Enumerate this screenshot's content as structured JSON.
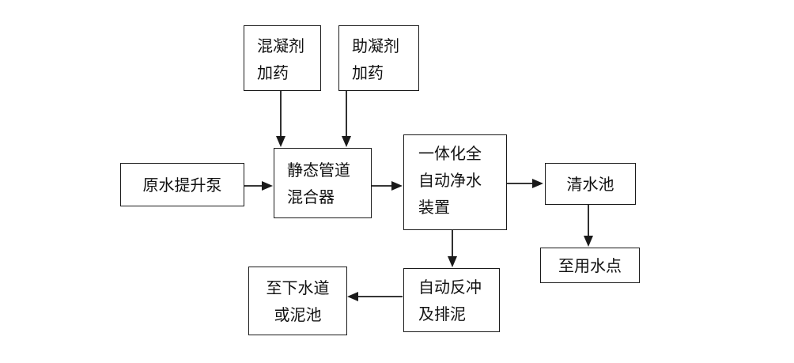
{
  "nodes": {
    "coagulant": {
      "lines": [
        "混凝剂",
        "加药"
      ]
    },
    "flocculant": {
      "lines": [
        "助凝剂",
        "加药"
      ]
    },
    "raw_pump": {
      "lines": [
        "原水提升泵"
      ]
    },
    "mixer": {
      "lines": [
        "静态管道",
        "混合器"
      ]
    },
    "purifier": {
      "lines": [
        "一体化全",
        "自动净水",
        "装置"
      ]
    },
    "clear_tank": {
      "lines": [
        "清水池"
      ]
    },
    "use_point": {
      "lines": [
        "至用水点"
      ]
    },
    "backwash": {
      "lines": [
        "自动反冲",
        "及排泥"
      ]
    },
    "sewer": {
      "lines": [
        "至下水道",
        "或泥池"
      ]
    }
  },
  "edges": [
    {
      "from": "coagulant",
      "to": "mixer"
    },
    {
      "from": "flocculant",
      "to": "mixer"
    },
    {
      "from": "raw_pump",
      "to": "mixer"
    },
    {
      "from": "mixer",
      "to": "purifier"
    },
    {
      "from": "purifier",
      "to": "clear_tank"
    },
    {
      "from": "clear_tank",
      "to": "use_point"
    },
    {
      "from": "purifier",
      "to": "backwash"
    },
    {
      "from": "backwash",
      "to": "sewer"
    }
  ],
  "colors": {
    "stroke": "#1a1a1a",
    "text": "#111111",
    "background": "#ffffff"
  }
}
